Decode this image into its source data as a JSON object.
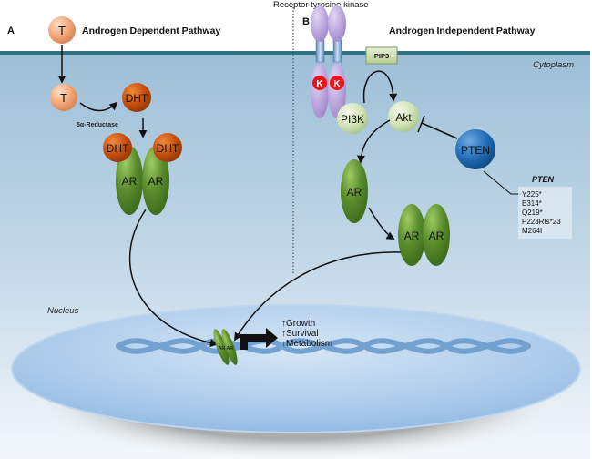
{
  "panels": {
    "a": {
      "letter": "A",
      "title": "Androgen Dependent Pathway"
    },
    "b": {
      "letter": "B",
      "title": "Androgen Independent Pathway"
    }
  },
  "receptor_label": "Receptor tyrosine kinase",
  "compartments": {
    "cytoplasm": "Cytoplasm",
    "nucleus": "Nucleus"
  },
  "molecules": {
    "t_outside": "T",
    "t_inside": "T",
    "dht_converted": "DHT",
    "dht_left": "DHT",
    "dht_right": "DHT",
    "ar_left": "AR",
    "ar_right": "AR",
    "kinase_k1": "K",
    "kinase_k2": "K",
    "pip3": "PIP3",
    "pi3k": "PI3K",
    "akt": "Akt",
    "pten": "PTEN",
    "ar_single": "AR",
    "ar_dimer_left": "AR",
    "ar_dimer_right": "AR",
    "ar_dna": "AR AR"
  },
  "enzyme_label": "5α-Reductase",
  "outcomes": [
    "↑Growth",
    "↑Survival",
    "↑Metabolism"
  ],
  "pten_box": {
    "title": "PTEN",
    "mutations": [
      "Y225*",
      "E314*",
      "Q219*",
      "P223Rfs*23",
      "M264I"
    ]
  },
  "colors": {
    "membrane": "#2f7385",
    "cytoplasm_top": "#9dbfd7",
    "cytoplasm_bottom": "#f3f7fa",
    "nucleus": "#a9c9ea",
    "t_orange": "#f2a878",
    "dht": "#c8510f",
    "ar_green": "#5b8c2e",
    "receptor_purple": "#b9a3dc",
    "kinase_red": "#e8151a",
    "pi3k_akt": "#d2e3b8",
    "pten_blue": "#1f6bb5",
    "dna": "#6f9fcf"
  }
}
